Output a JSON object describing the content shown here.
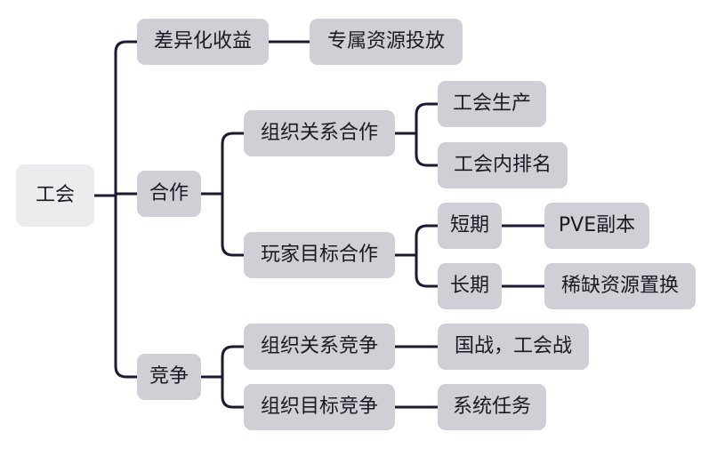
{
  "diagram": {
    "root": {
      "id": "root",
      "label": "工会"
    },
    "nodes": [
      {
        "id": "diff",
        "label": "差异化收益",
        "parent": "root"
      },
      {
        "id": "coop",
        "label": "合作",
        "parent": "root"
      },
      {
        "id": "comp",
        "label": "竞争",
        "parent": "root"
      },
      {
        "id": "excl",
        "label": "专属资源投放",
        "parent": "diff"
      },
      {
        "id": "orgcoop",
        "label": "组织关系合作",
        "parent": "coop"
      },
      {
        "id": "playercoop",
        "label": "玩家目标合作",
        "parent": "coop"
      },
      {
        "id": "prod",
        "label": "工会生产",
        "parent": "orgcoop"
      },
      {
        "id": "rank",
        "label": "工会内排名",
        "parent": "orgcoop"
      },
      {
        "id": "short",
        "label": "短期",
        "parent": "playercoop"
      },
      {
        "id": "long",
        "label": "长期",
        "parent": "playercoop"
      },
      {
        "id": "pve",
        "label": "PVE副本",
        "parent": "short"
      },
      {
        "id": "swap",
        "label": "稀缺资源置换",
        "parent": "long"
      },
      {
        "id": "orgcomp",
        "label": "组织关系竞争",
        "parent": "comp"
      },
      {
        "id": "goalcomp",
        "label": "组织目标竞争",
        "parent": "comp"
      },
      {
        "id": "war",
        "label": "国战，工会战",
        "parent": "orgcomp"
      },
      {
        "id": "task",
        "label": "系统任务",
        "parent": "goalcomp"
      }
    ]
  },
  "colors": {
    "node_fill": "#cfcfd6",
    "root_fill": "#ececef",
    "line": "#1a1a33",
    "text": "#1a1a22"
  }
}
